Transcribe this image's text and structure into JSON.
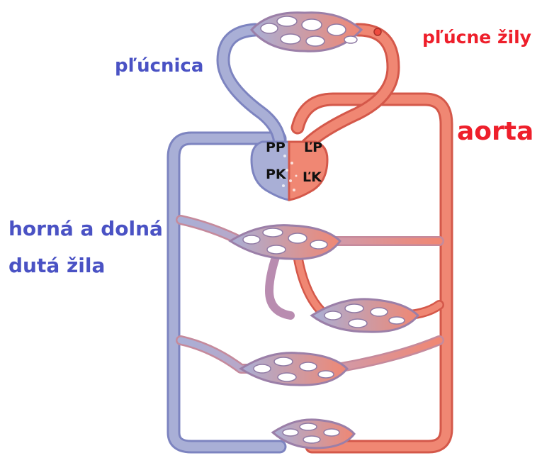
{
  "labels": {
    "pulmonary_artery": "pľúcnica",
    "pulmonary_veins": "pľúcne žily",
    "aorta": "aorta",
    "venae_cavae_line1": "horná a dolná",
    "venae_cavae_line2": "dutá žila"
  },
  "chambers": {
    "right_atrium": "PP",
    "left_atrium": "ĽP",
    "right_ventricle": "PK",
    "left_ventricle": "ĽK"
  },
  "colors": {
    "venous": "#a9afd6",
    "venous_dark": "#7d84c0",
    "arterial": "#f08773",
    "arterial_dark": "#d4584a",
    "label_blue": "#4a52c4",
    "label_red": "#ee1f2b"
  }
}
